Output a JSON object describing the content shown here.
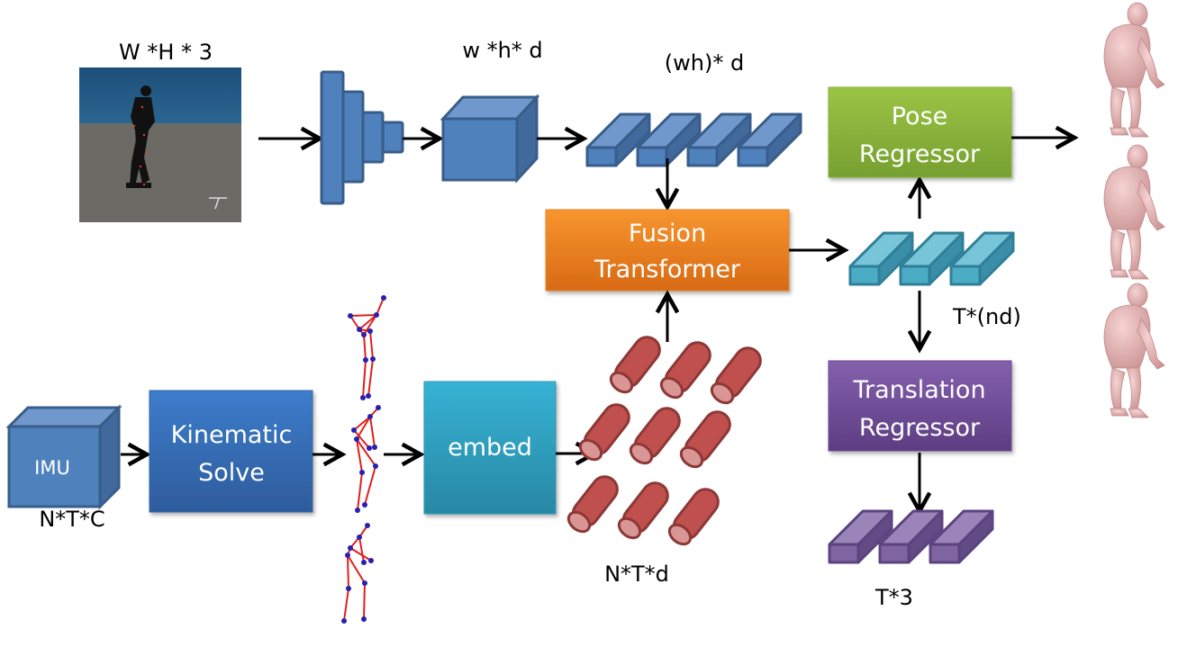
{
  "diagram": {
    "title": "Video + IMU fusion pipeline for 3D human pose and translation",
    "labels": {
      "image_dims": "W *H * 3",
      "feature_map_dims": "w *h* d",
      "token_dims": "(wh)* d",
      "fused_dims": "T*(nd)",
      "imu_dims": "N*T*C",
      "embed_dims": "N*T*d",
      "translation_dims": "T*3"
    },
    "nodes": {
      "input_image": {
        "label": "",
        "kind": "photo",
        "description": "motion-capture subject with markers"
      },
      "cnn_encoder": {
        "label": "",
        "kind": "pyramid"
      },
      "feature_cube": {
        "label": "",
        "kind": "cube"
      },
      "image_tokens": {
        "label": "",
        "kind": "token-row",
        "count": 4
      },
      "fusion_transformer": {
        "line1": "Fusion",
        "line2": "Transformer",
        "color": "#f28c28"
      },
      "fused_tokens": {
        "label": "",
        "kind": "token-row",
        "count": 3
      },
      "pose_regressor": {
        "line1": "Pose",
        "line2": "Regressor",
        "color": "#8cb440"
      },
      "translation_regressor": {
        "line1": "Translation",
        "line2": "Regressor",
        "color": "#7a54a0"
      },
      "translation_tokens": {
        "label": "",
        "kind": "token-row",
        "count": 3
      },
      "imu": {
        "label": "IMU",
        "kind": "cube"
      },
      "kinematic_solve": {
        "line1": "Kinematic",
        "line2": "Solve",
        "color": "#3b77bf"
      },
      "skeletons": {
        "count": 3
      },
      "embed": {
        "label": "embed",
        "color": "#31a8c8"
      },
      "imu_embeddings": {
        "kind": "cylinder-grid",
        "rows": 3,
        "cols": 3
      },
      "body_meshes": {
        "count": 3
      }
    },
    "colors": {
      "cnn_blue": "#4f81bd",
      "cnn_blue_dark": "#385d8a",
      "token_teal": "#4bacc6",
      "token_purple": "#8064a2",
      "cylinder_red": "#c0504d",
      "skeleton_red": "#e0201c",
      "skeleton_joint": "#2a1fb0",
      "mesh_pink": "#e8b4b4"
    }
  }
}
